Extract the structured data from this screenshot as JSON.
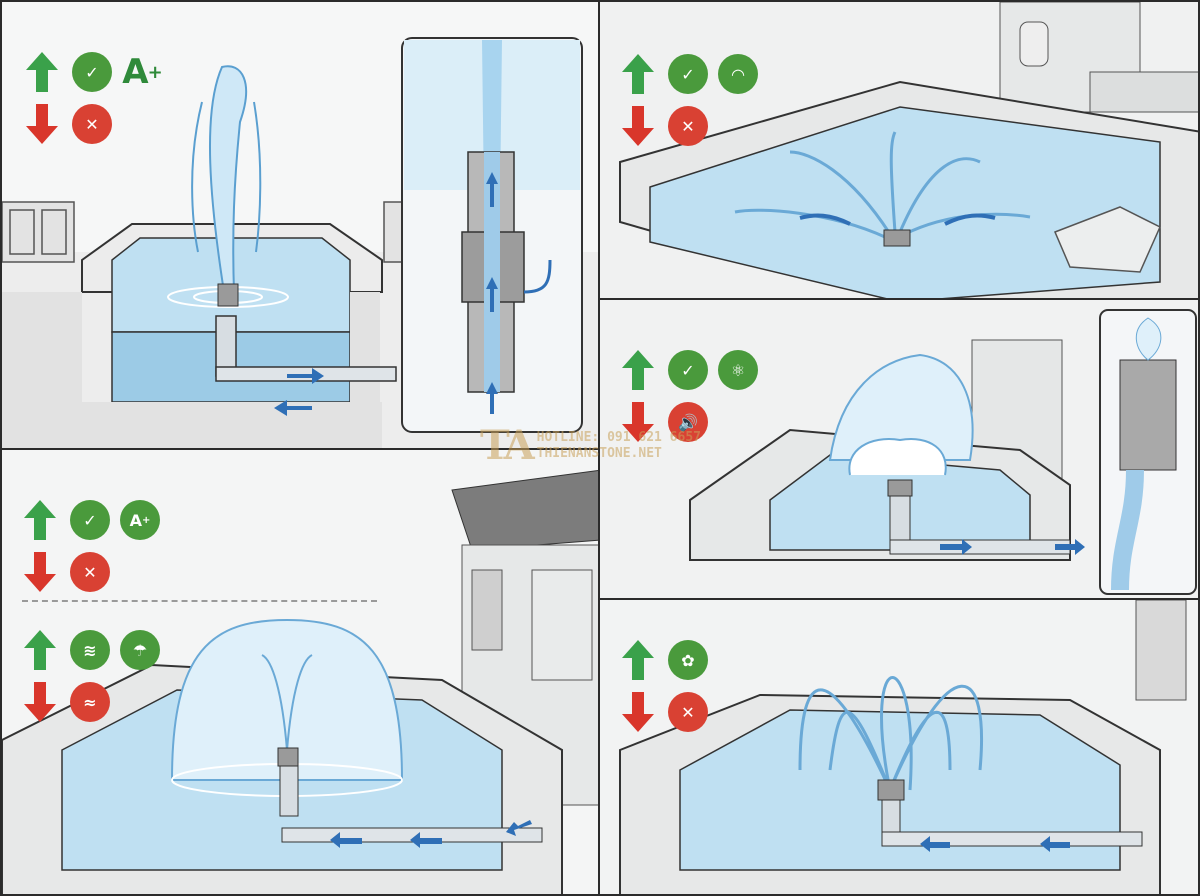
{
  "watermark": {
    "logo": "TA",
    "hotline": "HOTLINE: 091 621 6657",
    "site": "THIENANSTONE.NET"
  },
  "panels": [
    {
      "id": "jet",
      "ratings": "up: check, A+ ; down: x",
      "aplus": "A",
      "aplus_sup": "+"
    },
    {
      "id": "fan",
      "ratings": "up: check, fan ; down: x"
    },
    {
      "id": "foam",
      "ratings": "up: check, atom ; down: loud"
    },
    {
      "id": "bell",
      "ratings": "up: check, A+ ; down: x ; up: wind, umbrella ; down: no-wind",
      "aplus": "A",
      "aplus_sup": "+"
    },
    {
      "id": "tulip",
      "ratings": "up: flower ; down: x"
    }
  ],
  "colors": {
    "water": "#bfe0f2",
    "water_deep": "#8fc3e3",
    "stone": "#e9ebeb",
    "stone_edge": "#5e5e5e",
    "arrow_up": "#3aa14a",
    "arrow_down": "#d9362b",
    "flow": "#2f6fb6"
  }
}
